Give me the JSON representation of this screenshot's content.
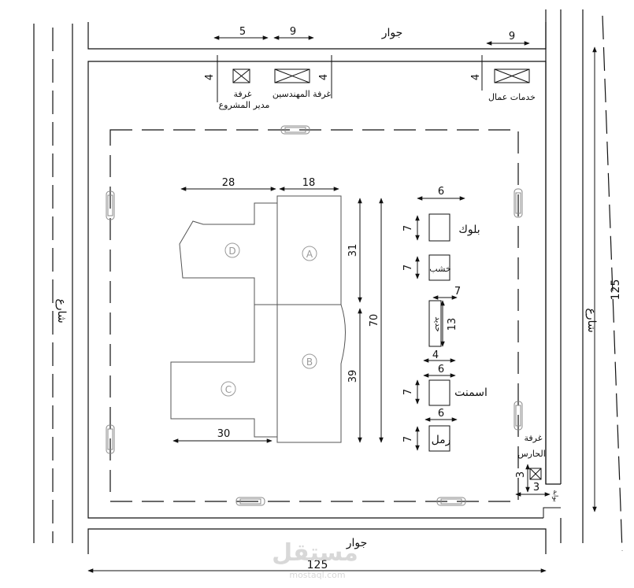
{
  "labels": {
    "neighbor_top": "جوار",
    "neighbor_bottom": "جوار",
    "street_left": "شارع",
    "street_right": "شارع",
    "gate": "بوابة",
    "room_pm_line1": "غرفة",
    "room_pm_line2": "مدير المشروع",
    "room_engineers": "غرفة المهندسين",
    "worker_services": "خدمات عمال",
    "guard_line1": "غرفة",
    "guard_line2": "الحارس",
    "block": "بلوك",
    "wood": "خشب",
    "cement": "اسمنت",
    "sand": "رمل",
    "steel": "حديد"
  },
  "zones": {
    "a": "A",
    "b": "B",
    "c": "C",
    "d": "D"
  },
  "dims": {
    "top_5": "5",
    "top_9a": "9",
    "top_9b": "9",
    "top_4a": "4",
    "top_4b": "4",
    "top_4c": "4",
    "bldg_28": "28",
    "bldg_18": "18",
    "bldg_31": "31",
    "bldg_39": "39",
    "bldg_70": "70",
    "bldg_30": "30",
    "mat_6a": "6",
    "mat_7a": "7",
    "mat_7b": "7",
    "mat_7c": "7",
    "mat_13": "13",
    "mat_4": "4",
    "mat_6b": "6",
    "mat_7d": "7",
    "mat_6c": "6",
    "mat_7e": "7",
    "guard_3a": "3",
    "guard_3b": "3",
    "site_125_right": "125",
    "site_125_bottom": "125"
  },
  "watermark": {
    "line1": "مستقل",
    "line2": "mostaql.com"
  }
}
